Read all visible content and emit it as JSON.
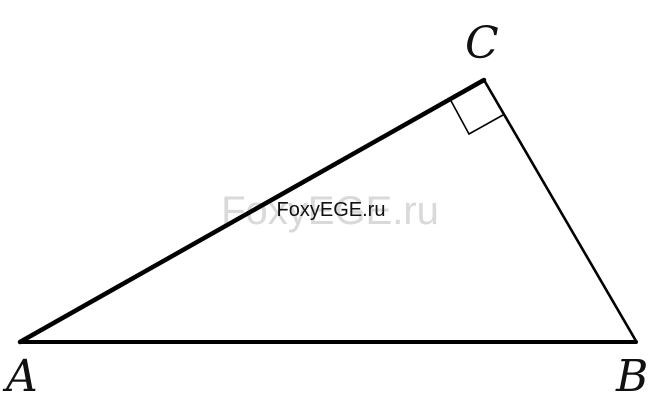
{
  "diagram": {
    "vertices": {
      "A": {
        "label": "A"
      },
      "B": {
        "label": "B"
      },
      "C": {
        "label": "C"
      }
    },
    "right_angle_at": "C",
    "line_color": "#000000",
    "background_color": "#ffffff"
  },
  "watermark": {
    "large_text": "FoxyEGE.ru",
    "small_text": "FoxyEGE.ru",
    "large_color": "#d9d9d9",
    "small_color": "#111111"
  }
}
